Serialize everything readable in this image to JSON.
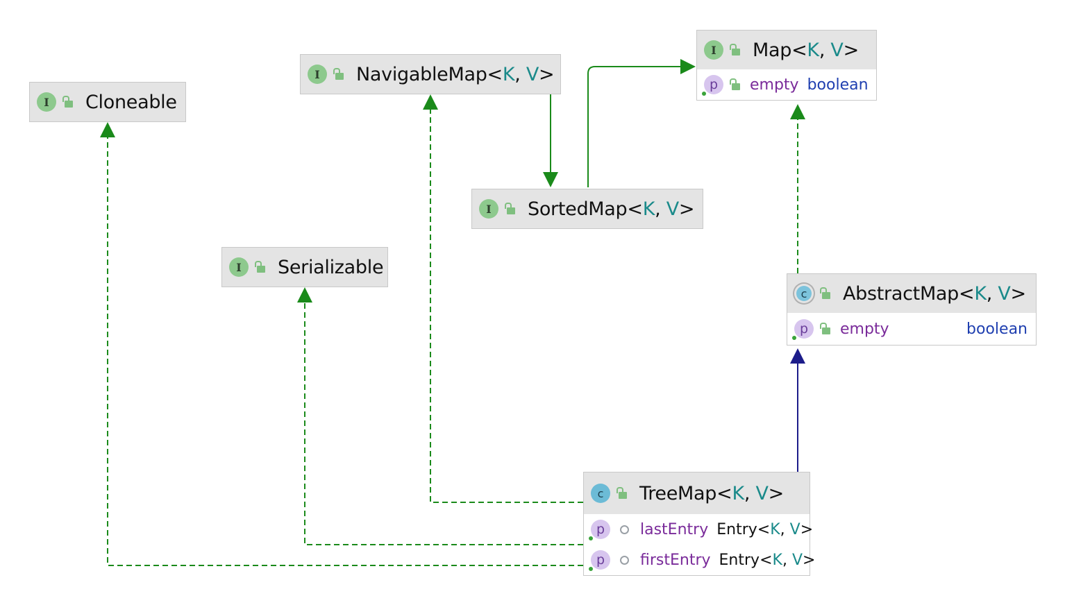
{
  "nodes": {
    "cloneable": {
      "name": "Cloneable",
      "kind_letter": "I"
    },
    "navigable_map": {
      "name": "NavigableMap",
      "lt": "<",
      "k": "K",
      "comma": ", ",
      "v": "V",
      "gt": ">",
      "kind_letter": "I"
    },
    "map": {
      "name": "Map",
      "lt": "<",
      "k": "K",
      "comma": ", ",
      "v": "V",
      "gt": ">",
      "kind_letter": "I",
      "fields": [
        {
          "prop_letter": "p",
          "name": "empty",
          "type": "boolean"
        }
      ]
    },
    "sorted_map": {
      "name": "SortedMap",
      "lt": "<",
      "k": "K",
      "comma": ", ",
      "v": "V",
      "gt": ">",
      "kind_letter": "I"
    },
    "serializable": {
      "name": "Serializable",
      "kind_letter": "I"
    },
    "abstract_map": {
      "name": "AbstractMap",
      "lt": "<",
      "k": "K",
      "comma": ", ",
      "v": "V",
      "gt": ">",
      "kind_letter": "c",
      "fields": [
        {
          "prop_letter": "p",
          "name": "empty",
          "type": "boolean"
        }
      ]
    },
    "tree_map": {
      "name": "TreeMap",
      "lt": "<",
      "k": "K",
      "comma": ", ",
      "v": "V",
      "gt": ">",
      "kind_letter": "c",
      "fields": [
        {
          "prop_letter": "p",
          "name": "lastEntry",
          "type_name": "Entry",
          "lt": "<",
          "k": "K",
          "comma": ", ",
          "v": "V",
          "gt": ">"
        },
        {
          "prop_letter": "p",
          "name": "firstEntry",
          "type_name": "Entry",
          "lt": "<",
          "k": "K",
          "comma": ", ",
          "v": "V",
          "gt": ">"
        }
      ]
    }
  },
  "colors": {
    "implements_edge": "#1a8a1a",
    "extends_interface_edge": "#1a8a1a",
    "extends_class_edge": "#1c1c8a",
    "header_bg": "#e4e4e4",
    "type_param": "#1a8a8a",
    "field_name": "#7a2b9a",
    "field_type": "#1f3fb0"
  },
  "icons": {
    "interface": "interface-icon",
    "class": "class-icon",
    "abstract_class": "abstract-class-icon",
    "property": "property-icon",
    "public_visibility": "unlocked-icon",
    "package_visibility": "package-private-icon"
  }
}
